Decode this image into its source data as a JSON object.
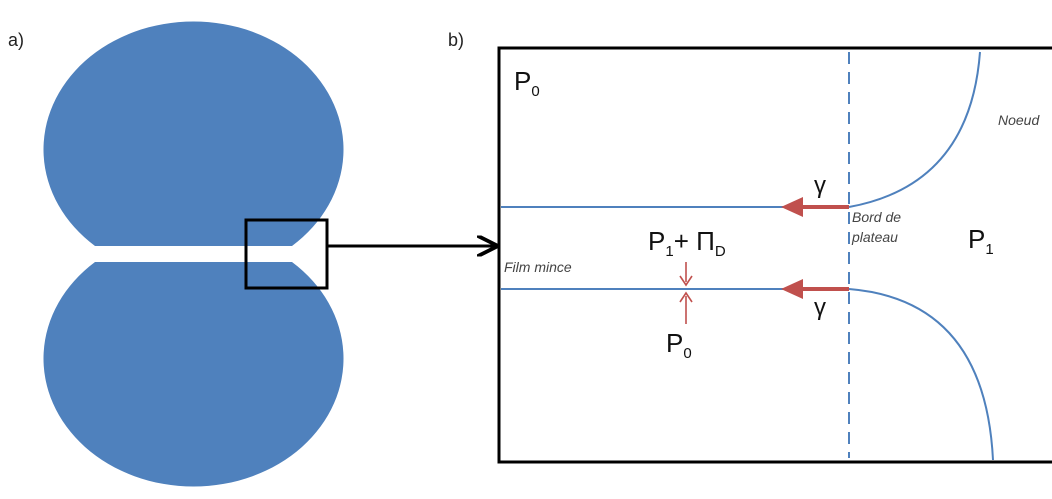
{
  "colors": {
    "bubble": "#4f81bd",
    "film_line": "#4f81bd",
    "force_arrow": "#c0504d",
    "frame": "#000000"
  },
  "panel_a": {
    "label": "a)"
  },
  "panel_b": {
    "label": "b)",
    "p0_top": {
      "main": "P",
      "sub": "0"
    },
    "p1_right": {
      "main": "P",
      "sub": "1"
    },
    "p0_bottom": {
      "main": "P",
      "sub": "0"
    },
    "pressure_combo": {
      "p": "P",
      "p_sub": "1",
      "plus": "+ ",
      "pi": "Π",
      "pi_sub": "D"
    },
    "noeud": "Noeud",
    "bord_line1": "Bord de",
    "bord_line2": "plateau",
    "film_mince": "Film mince",
    "gamma_top": "γ",
    "gamma_bottom": "γ"
  }
}
